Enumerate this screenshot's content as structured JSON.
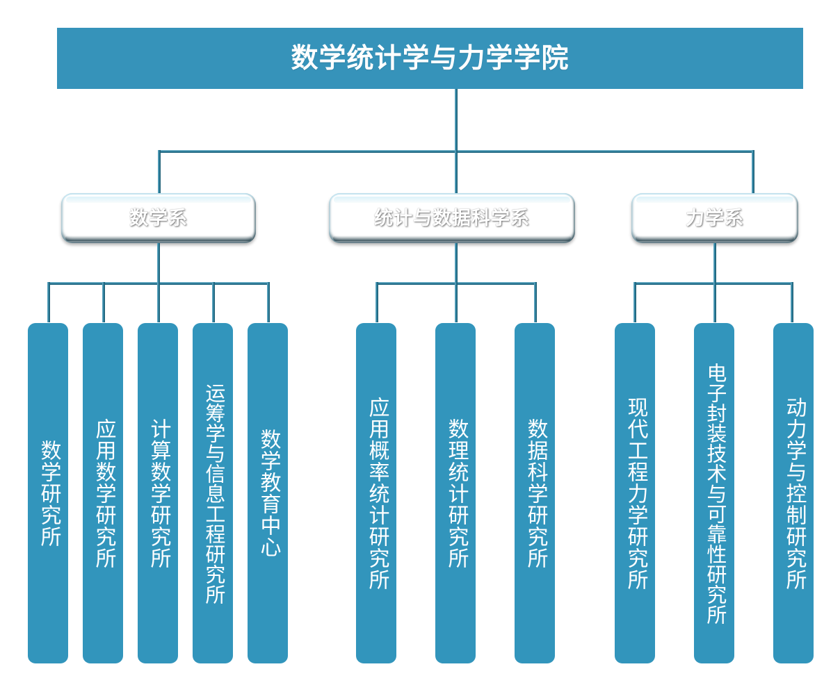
{
  "root": {
    "title": "数学统计学与力学学院"
  },
  "colors": {
    "root_bar": "#3693ba",
    "leaf_box": "#3295bc",
    "dept_box": "#2d6f89",
    "connector": "#2b7e9c",
    "text": "#ffffff",
    "background": "#ffffff"
  },
  "departments": [
    {
      "label": "数学系",
      "institutes": [
        {
          "label": "数学研究所"
        },
        {
          "label": "应用数学研究所"
        },
        {
          "label": "计算数学研究所"
        },
        {
          "label": "运筹学与信息工程研究所"
        },
        {
          "label": "数学教育中心"
        }
      ]
    },
    {
      "label": "统计与数据科学系",
      "institutes": [
        {
          "label": "应用概率统计研究所"
        },
        {
          "label": "数理统计研究所"
        },
        {
          "label": "数据科学研究所"
        }
      ]
    },
    {
      "label": "力学系",
      "institutes": [
        {
          "label": "现代工程力学研究所"
        },
        {
          "label": "电子封装技术与可靠性研究所"
        },
        {
          "label": "动力学与控制研究所"
        }
      ]
    }
  ]
}
